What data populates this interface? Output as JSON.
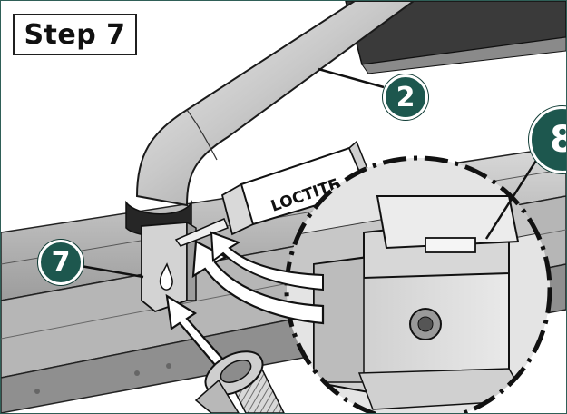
{
  "step": {
    "label": "Step 7"
  },
  "tube": {
    "text": "LOCTITE"
  },
  "callouts": {
    "arm": "2",
    "bracket": "7",
    "clip": "8"
  },
  "colors": {
    "callout_fill": "#1d574e",
    "frame": "#2f5f57",
    "line": "#111111"
  }
}
